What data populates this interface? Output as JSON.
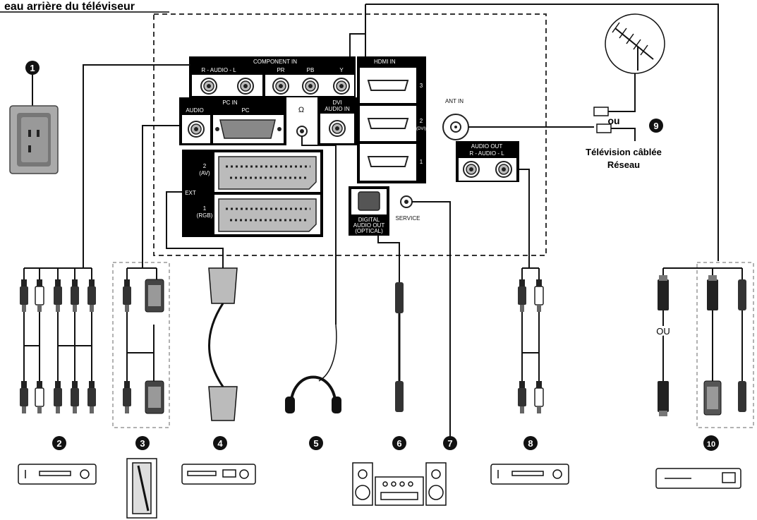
{
  "title": "eau arrière du téléviseur",
  "panel": {
    "component_in": "COMPONENT IN",
    "component_audio": "R - AUDIO - L",
    "component_pr": "PR",
    "component_pb": "PB",
    "component_y": "Y",
    "pc_in": "PC IN",
    "pc_audio": "AUDIO",
    "pc": "PC",
    "dvi_audio_in_1": "DVI",
    "dvi_audio_in_2": "AUDIO IN",
    "hdmi_in": "HDMI IN",
    "hdmi_3": "3",
    "hdmi_2": "2",
    "hdmi_2_dvi": "(DVI)",
    "hdmi_1": "1",
    "ext": "EXT",
    "ext_2": "2",
    "ext_2_av": "(AV)",
    "ext_1": "1",
    "ext_1_rgb": "(RGB)",
    "digital_1": "DIGITAL",
    "digital_2": "AUDIO OUT",
    "digital_3": "(OPTICAL)",
    "service": "SERVICE",
    "ant_in": "ANT IN",
    "audio_out": "AUDIO OUT",
    "audio_out_lr": "R - AUDIO - L"
  },
  "antenna": {
    "ou": "ou",
    "cable_tv": "Télévision câblée",
    "reseau": "Réseau"
  },
  "hdmi_ou": "OU",
  "callouts": [
    "1",
    "2",
    "3",
    "4",
    "5",
    "6",
    "7",
    "8",
    "9",
    "10"
  ]
}
